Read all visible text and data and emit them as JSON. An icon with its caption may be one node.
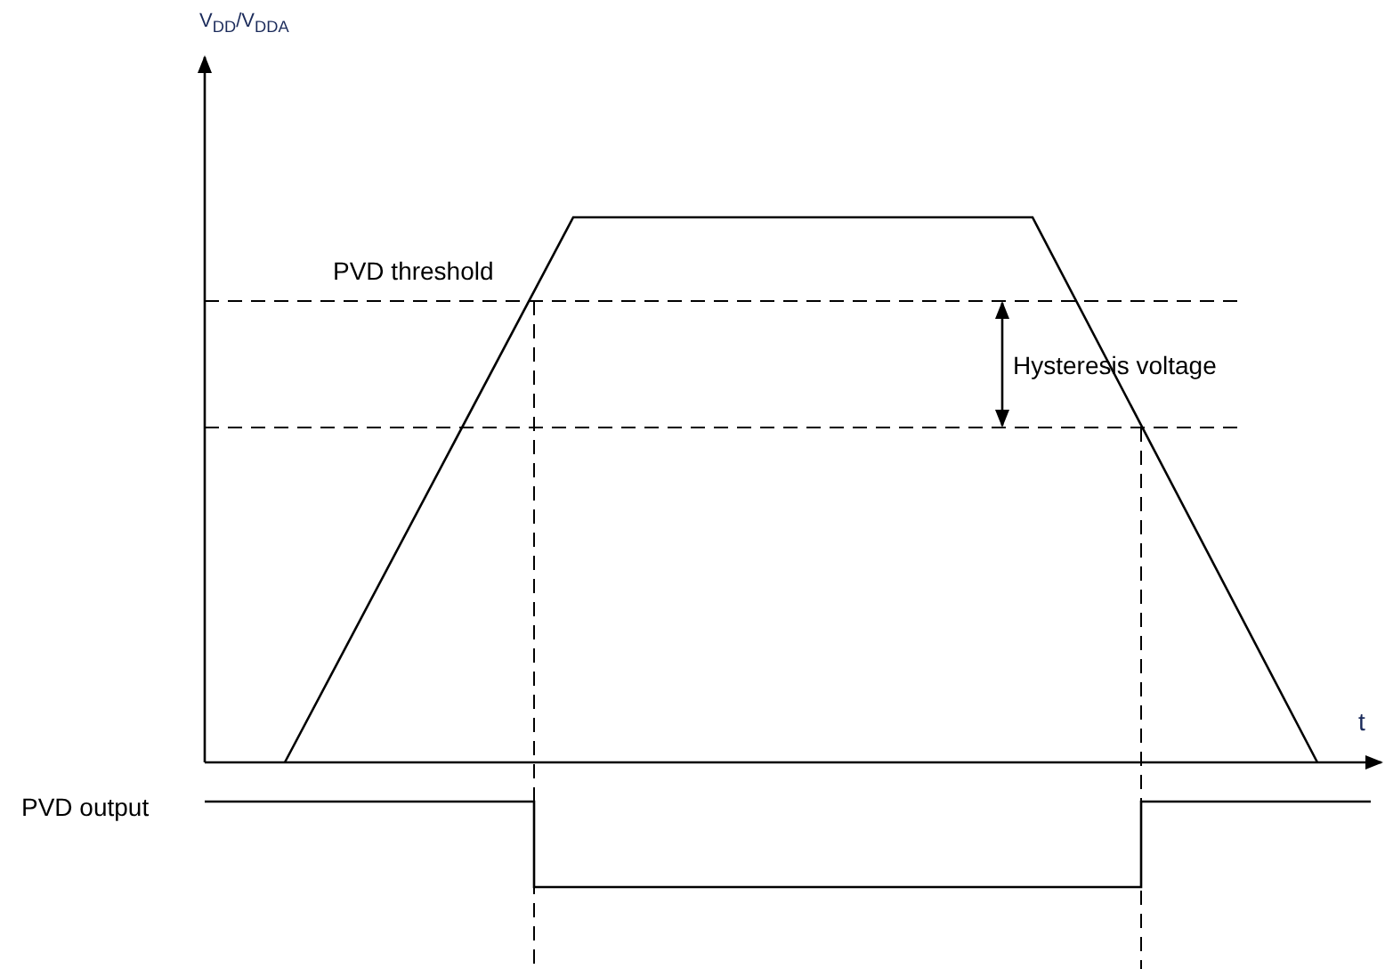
{
  "diagram": {
    "labels": [
      "V$_{DD}$/V$_{DDA}$",
      "PVD threshold",
      "Hysteresis voltage",
      "t",
      "PVD output"
    ]
  }
}
